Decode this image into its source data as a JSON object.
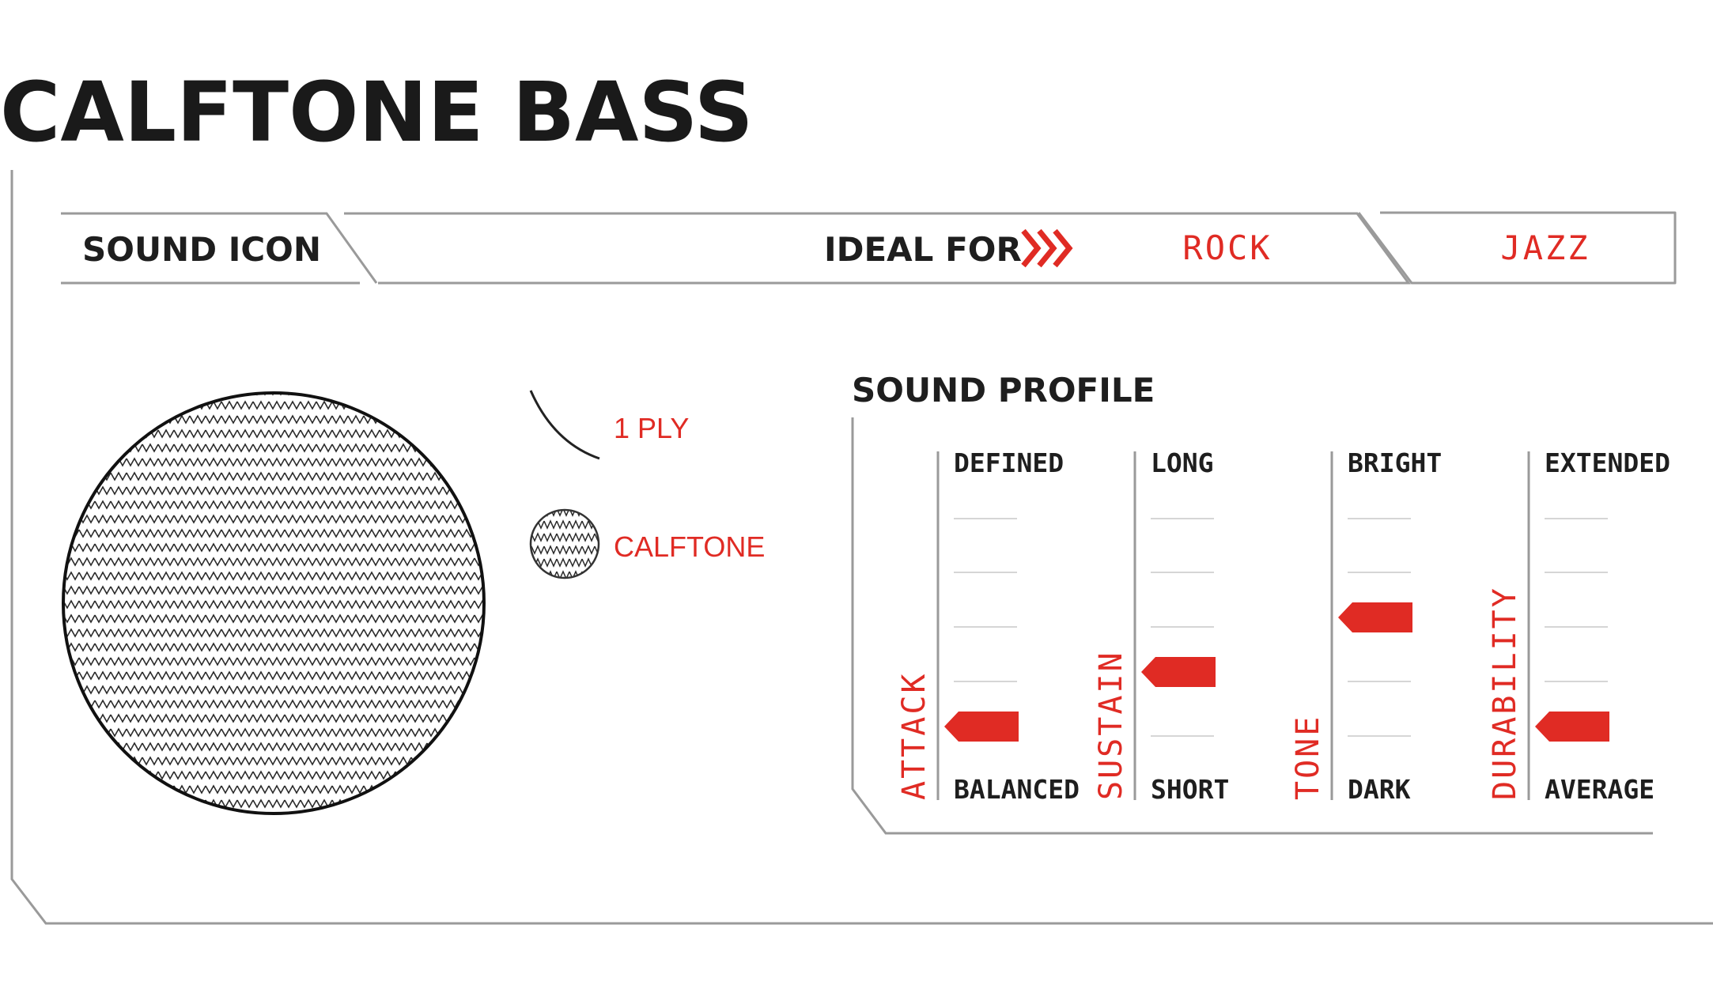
{
  "title": "CALFTONE BASS",
  "header": {
    "sound_icon_label": "SOUND ICON",
    "ideal_for_label": "IDEAL FOR",
    "genres": [
      "ROCK",
      "JAZZ"
    ]
  },
  "legend": {
    "ply_label": "1 PLY",
    "material_label": "CALFTONE"
  },
  "sound_profile": {
    "title": "SOUND PROFILE",
    "levels": 5,
    "meters": [
      {
        "axis": "ATTACK",
        "top": "DEFINED",
        "bottom": "BALANCED",
        "value": 1
      },
      {
        "axis": "SUSTAIN",
        "top": "LONG",
        "bottom": "SHORT",
        "value": 2
      },
      {
        "axis": "TONE",
        "top": "BRIGHT",
        "bottom": "DARK",
        "value": 3
      },
      {
        "axis": "DURABILITY",
        "top": "EXTENDED",
        "bottom": "AVERAGE",
        "value": 1
      }
    ]
  },
  "colors": {
    "accent": "#e02b24",
    "text": "#1e1e1e",
    "frame": "#9a9a9a"
  }
}
